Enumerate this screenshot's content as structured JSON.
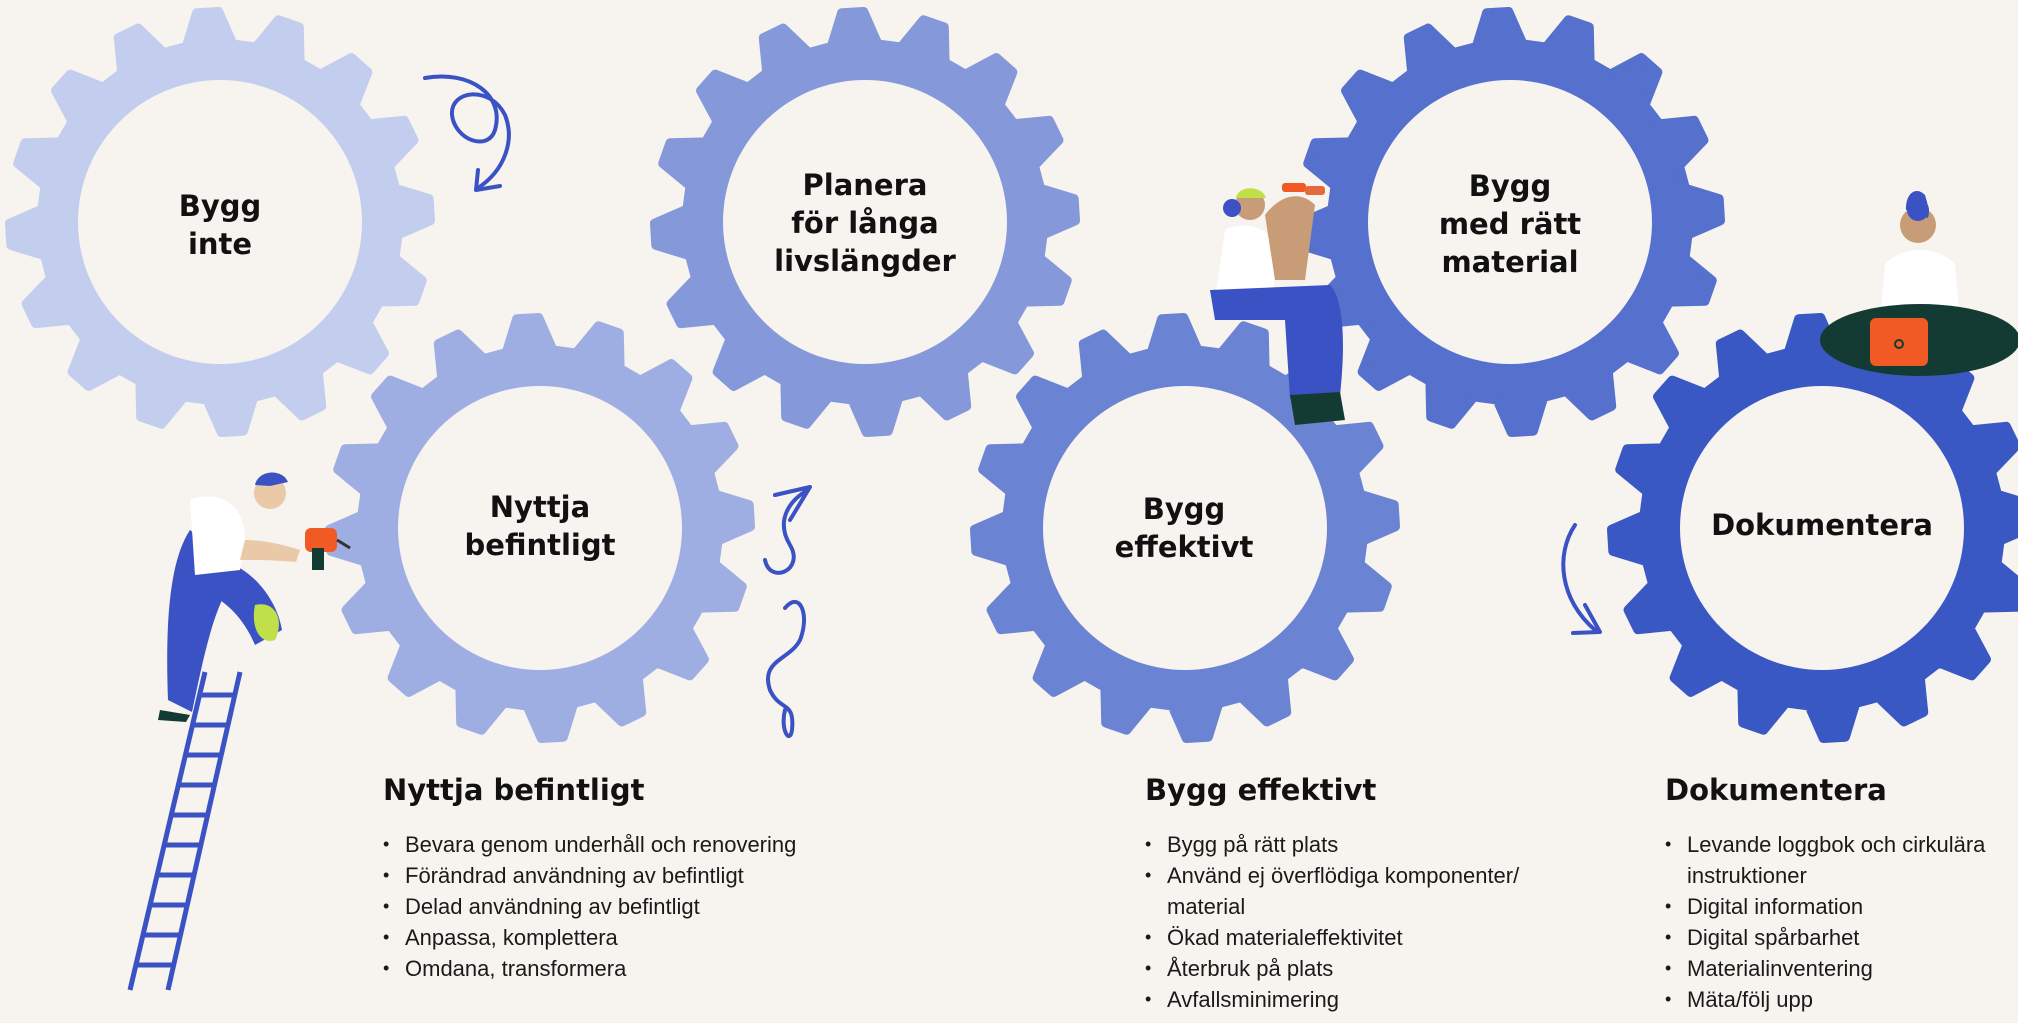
{
  "colors": {
    "background": "#f7f3ee",
    "gear_bygg_inte": "#c3cdee",
    "gear_nyttja": "#9eaee3",
    "gear_planera": "#8598da",
    "gear_bygg_effektivt": "#6b83d3",
    "gear_ratt_material": "#5571cd",
    "gear_dokumentera": "#3a58c4",
    "gear_hole": "#f7f3ee",
    "accent_blue": "#3a52c4",
    "accent_orange": "#f15a24"
  },
  "gears": [
    {
      "id": "bygg-inte",
      "label": "Bygg\ninte"
    },
    {
      "id": "nyttja-befintligt",
      "label": "Nyttja\nbefintligt"
    },
    {
      "id": "planera",
      "label": "Planera\nför långa\nlivslängder"
    },
    {
      "id": "bygg-effektivt",
      "label": "Bygg\neffektivt"
    },
    {
      "id": "ratt-material",
      "label": "Bygg\nmed rätt\nmaterial"
    },
    {
      "id": "dokumentera",
      "label": "Dokumentera"
    }
  ],
  "sections": [
    {
      "title": "Nyttja befintligt",
      "items": [
        "Bevara genom underhåll och renovering",
        "Förändrad användning av befintligt",
        "Delad användning av befintligt",
        "Anpassa, komplettera",
        "Omdana, transformera"
      ]
    },
    {
      "title": "Bygg effektivt",
      "items": [
        "Bygg på rätt plats",
        "Använd ej överflödiga komponenter/ material",
        "Ökad materialeffektivitet",
        "Återbruk på plats",
        "Avfallsminimering"
      ]
    },
    {
      "title": "Dokumentera",
      "items": [
        "Levande loggbok och cirkulära instruktioner",
        "Digital information",
        "Digital spårbarhet",
        "Materialinventering",
        "Mäta/följ upp"
      ]
    }
  ],
  "illustrations": [
    "worker-on-ladder-with-drill",
    "worker-sitting-with-binoculars",
    "worker-sitting-with-laptop"
  ],
  "icons": [
    "loop-arrow-icon",
    "squiggle-arrow-icon",
    "curved-arrow-icon"
  ]
}
